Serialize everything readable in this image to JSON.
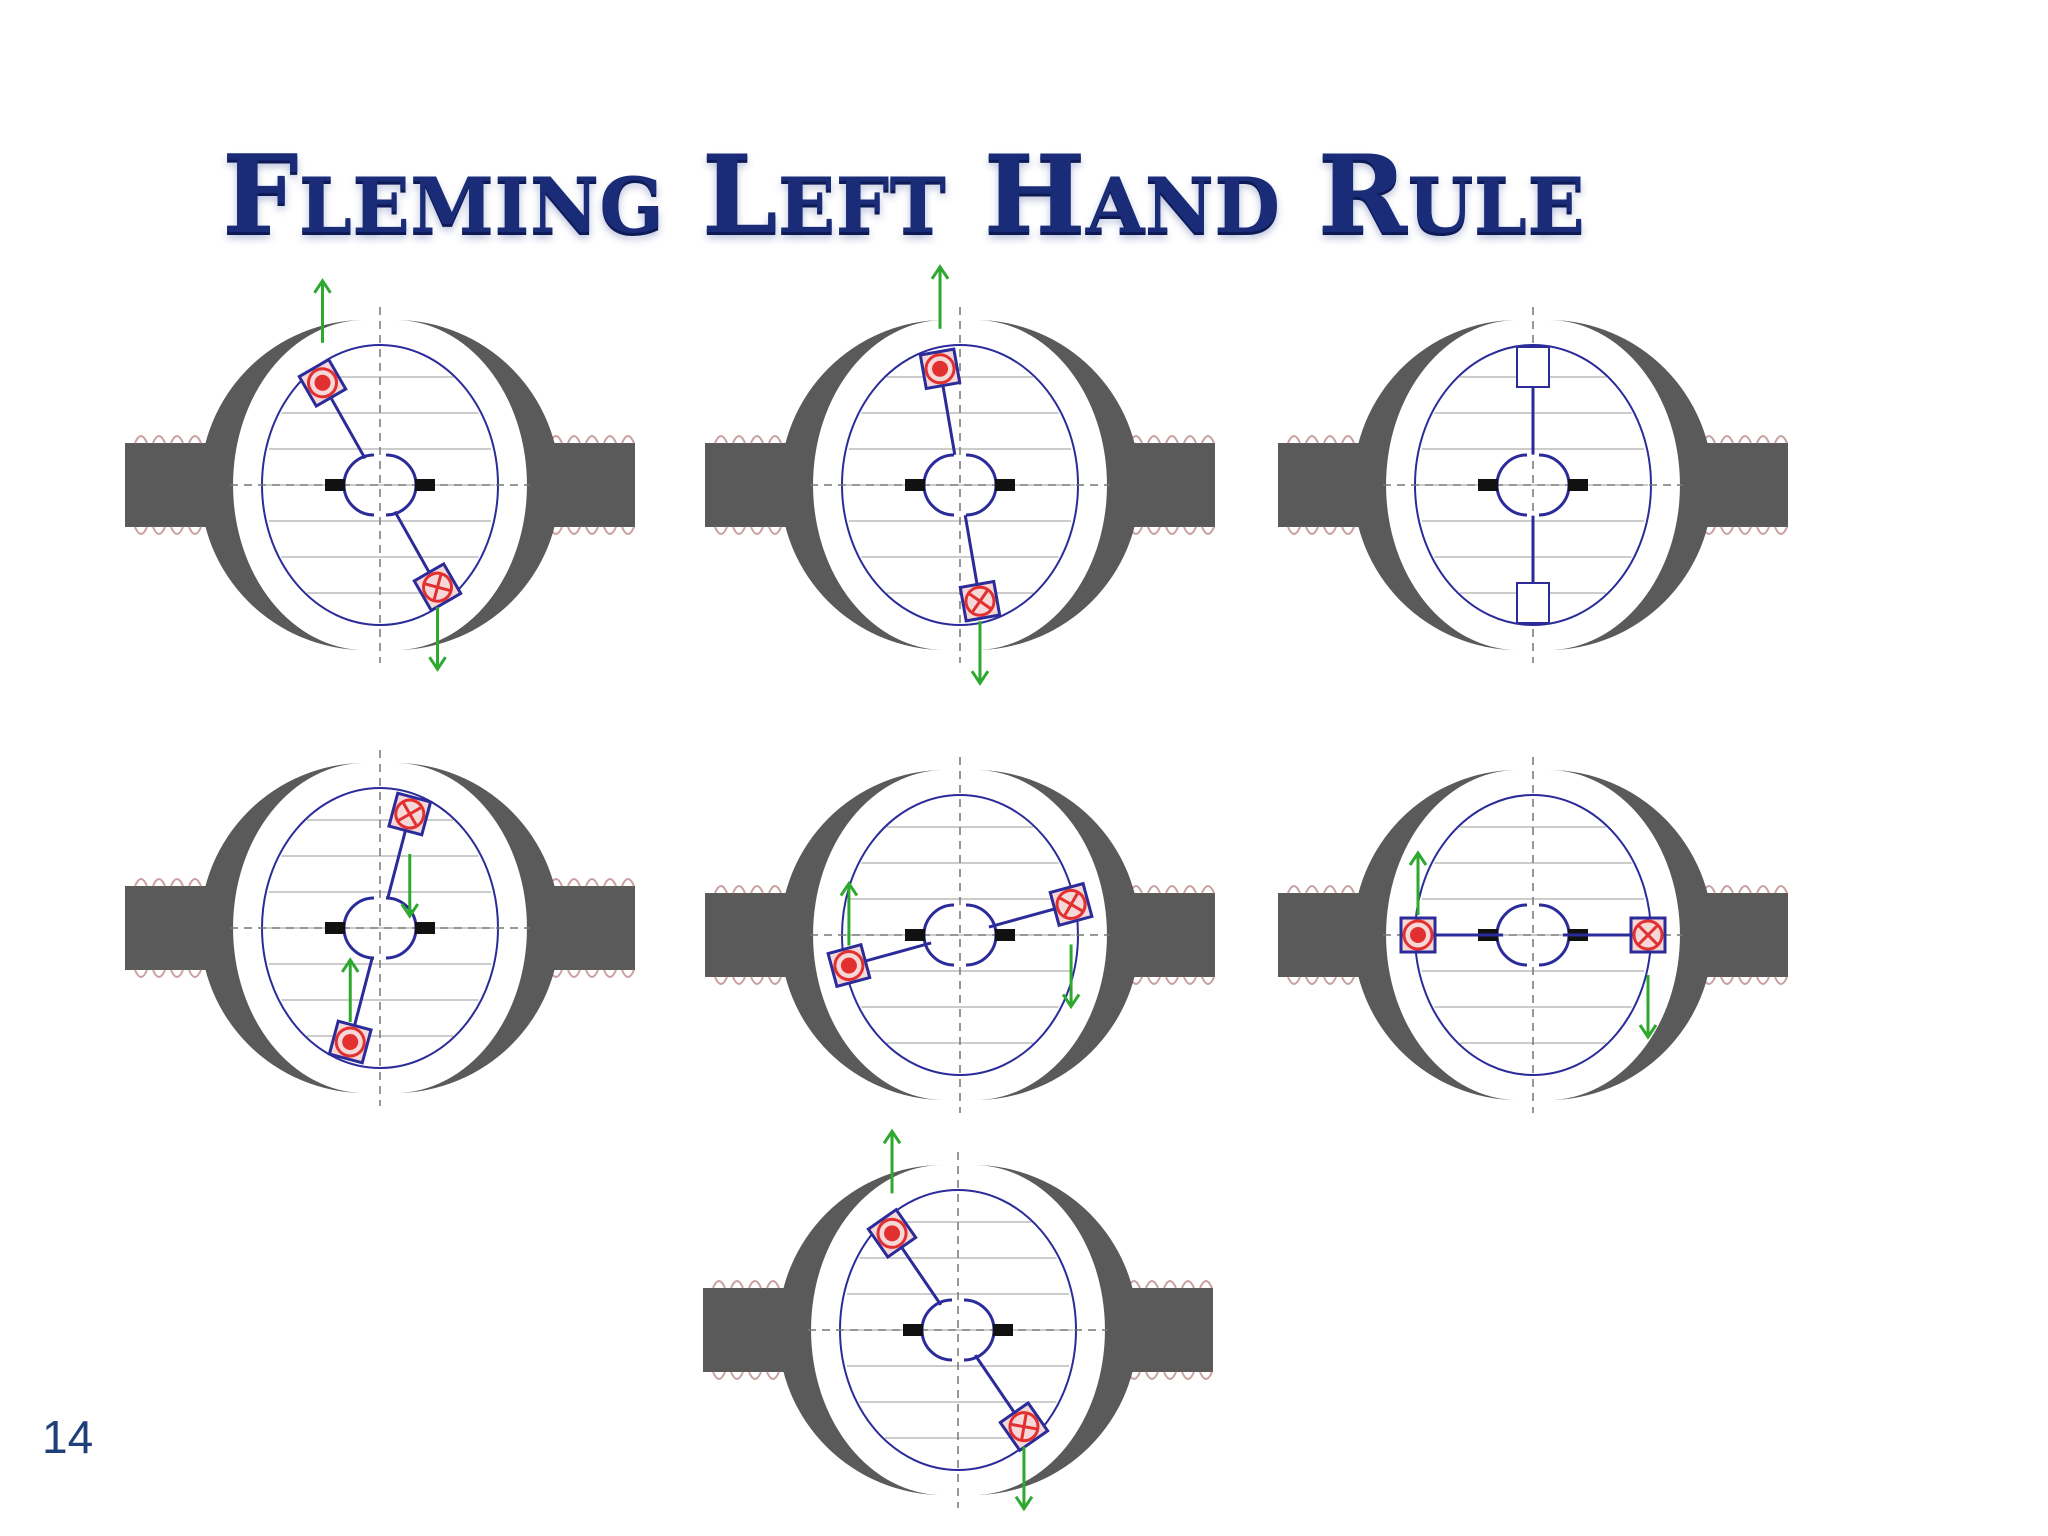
{
  "slide": {
    "title": "Fleming Left Hand Rule",
    "page_number": "14"
  },
  "colors": {
    "title": "#1a2c78",
    "pole": "#5a5a5a",
    "coil": "#2b2b9a",
    "conductor": "#e23030",
    "force_arrow": "#2ea82e",
    "field_line": "#9a9a9a"
  },
  "diagrams": [
    {
      "id": "motor-step-1",
      "coil_angle_deg": 120,
      "conductor_a": "dot",
      "conductor_b": "cross",
      "force": "arrows"
    },
    {
      "id": "motor-step-2",
      "coil_angle_deg": 100,
      "conductor_a": "dot",
      "conductor_b": "cross",
      "force": "arrows"
    },
    {
      "id": "motor-step-3",
      "coil_angle_deg": 90,
      "conductor_a": "empty",
      "conductor_b": "empty",
      "force": "none"
    },
    {
      "id": "motor-step-4",
      "coil_angle_deg": 75,
      "conductor_a": "cross",
      "conductor_b": "dot",
      "force": "arrows"
    },
    {
      "id": "motor-step-5",
      "coil_angle_deg": 15,
      "conductor_a": "cross",
      "conductor_b": "dot",
      "force": "arrows"
    },
    {
      "id": "motor-step-6",
      "coil_angle_deg": 0,
      "conductor_a": "cross",
      "conductor_b": "dot",
      "force": "arrows"
    },
    {
      "id": "motor-step-7",
      "coil_angle_deg": 125,
      "conductor_a": "dot",
      "conductor_b": "cross",
      "force": "arrows"
    }
  ]
}
